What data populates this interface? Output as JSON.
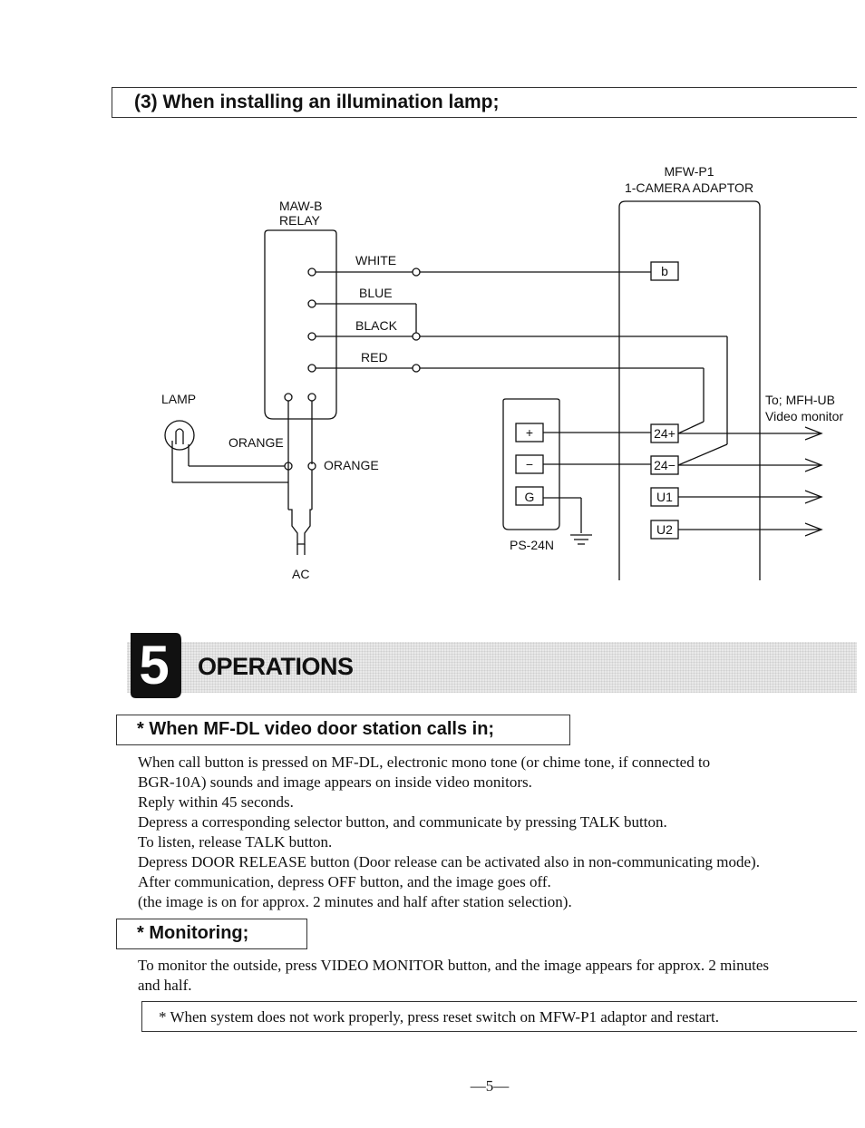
{
  "section3": {
    "heading": "(3) When installing an illumination lamp;"
  },
  "diagram": {
    "relay_model": "MAW-B",
    "relay_name": "RELAY",
    "adaptor_model": "MFW-P1",
    "adaptor_name": "1-CAMERA ADAPTOR",
    "wire_white": "WHITE",
    "wire_blue": "BLUE",
    "wire_black": "BLACK",
    "wire_red": "RED",
    "lamp": "LAMP",
    "wire_orange_1": "ORANGE",
    "wire_orange_2": "ORANGE",
    "ac": "AC",
    "power_supply": "PS-24N",
    "psu_plus": "+",
    "psu_minus": "−",
    "psu_ground": "G",
    "terminal_b": "b",
    "terminal_24p": "24+",
    "terminal_24m": "24−",
    "terminal_u1": "U1",
    "terminal_u2": "U2",
    "monitor_to": "To; MFH-UB",
    "monitor_name": "Video monitor"
  },
  "operations": {
    "number": "5",
    "title": "OPERATIONS"
  },
  "calls": {
    "heading": "*  When MF-DL video door station calls in;",
    "lines": [
      "When call button is pressed on MF-DL, electronic mono tone (or chime tone, if connected to",
      "BGR-10A) sounds and image appears on inside video monitors.",
      "Reply within 45 seconds.",
      "Depress a corresponding selector button, and communicate by pressing TALK button.",
      "To listen, release TALK button.",
      "Depress DOOR RELEASE button (Door release can be activated also in non-communicating mode).",
      "After communication, depress OFF button, and the image goes off.",
      "(the image is on for approx. 2 minutes and half after station selection)."
    ]
  },
  "monitoring": {
    "heading": "*  Monitoring;",
    "lines": [
      "To monitor the outside, press VIDEO MONITOR button, and the image appears for approx. 2 minutes",
      "and half."
    ]
  },
  "note": "*  When system does not work properly, press reset switch on MFW-P1 adaptor and restart.",
  "page_number": "—5—"
}
